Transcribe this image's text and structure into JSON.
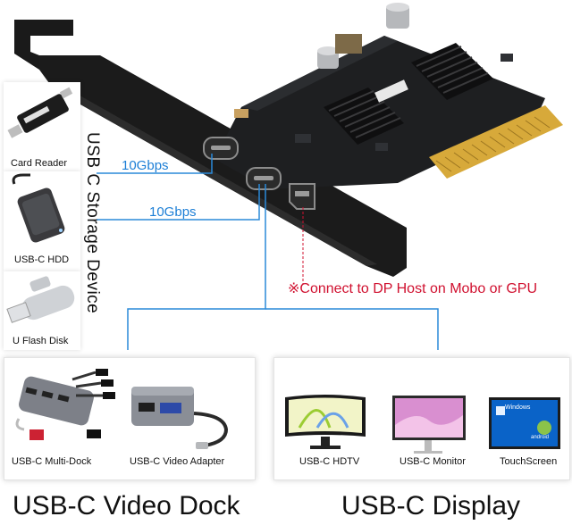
{
  "storage_devices": {
    "vertical_title": "USB C Storage Device",
    "items": [
      {
        "label": "Card Reader"
      },
      {
        "label": "USB-C HDD"
      },
      {
        "label": "U Flash Disk"
      }
    ]
  },
  "ports": {
    "speed_1": "10Gbps",
    "speed_2": "10Gbps",
    "dp_note": "※Connect to DP Host on Mobo or GPU"
  },
  "dock_panel": {
    "items": [
      {
        "label": "USB-C Multi-Dock"
      },
      {
        "label": "USB-C Video Adapter"
      }
    ],
    "title": "USB-C Video Dock"
  },
  "display_panel": {
    "items": [
      {
        "label": "USB-C HDTV"
      },
      {
        "label": "USB-C Monitor"
      },
      {
        "label": "TouchScreen"
      }
    ],
    "title": "USB-C Display",
    "screen_brand": "Windows",
    "screen_badge": "android"
  },
  "colors": {
    "line_blue": "#2a8ad9",
    "note_red": "#d0102f",
    "pcb": "#1e1f21",
    "gold": "#d7a93a"
  }
}
